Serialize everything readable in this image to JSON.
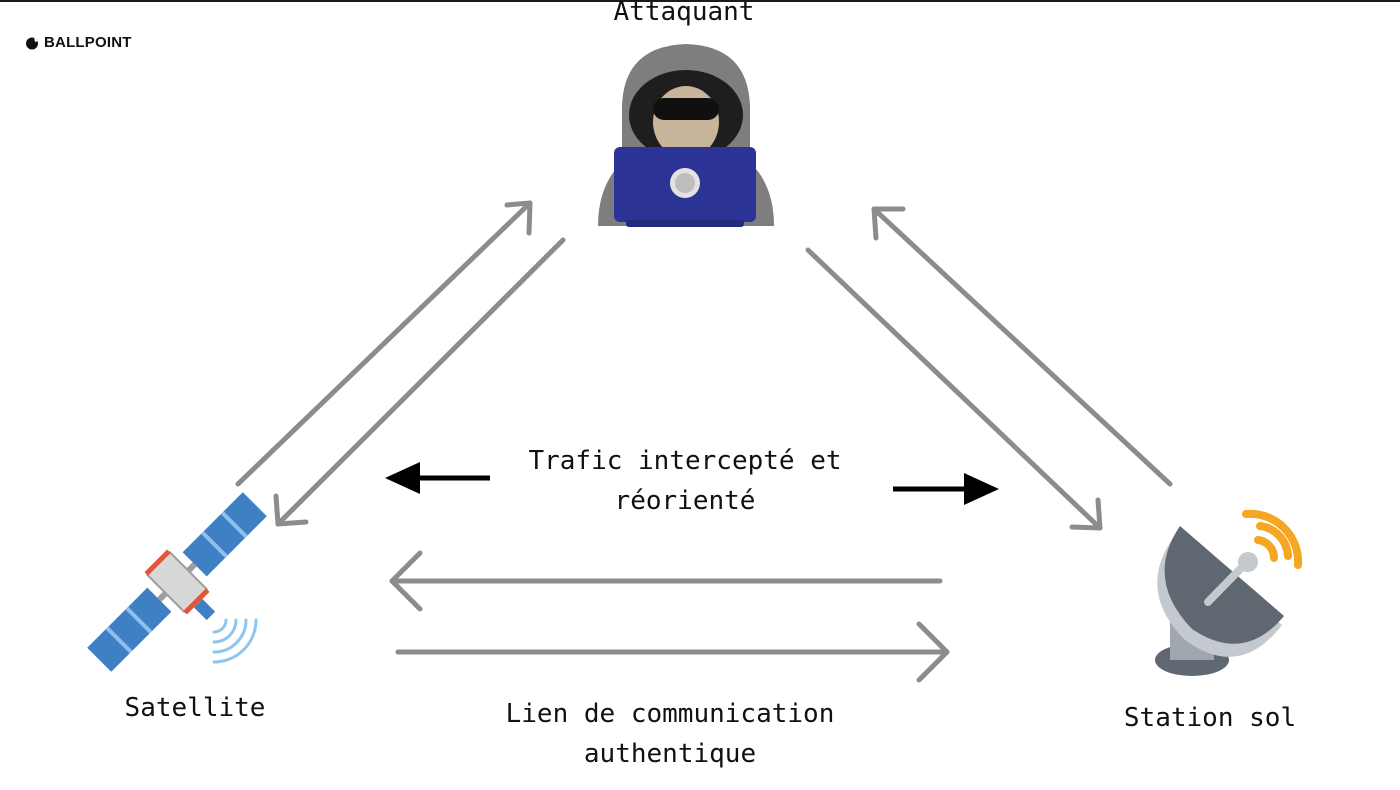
{
  "brand": {
    "name": "BALLPOINT"
  },
  "nodes": {
    "attacker": {
      "label": "Attaquant",
      "icon": "hacker-laptop-icon"
    },
    "satellite": {
      "label": "Satellite",
      "icon": "satellite-icon"
    },
    "station": {
      "label": "Station sol",
      "icon": "satellite-dish-icon"
    }
  },
  "annotations": {
    "intercepted": {
      "line1": "Trafic intercepté et",
      "line2": "réorienté"
    },
    "authentic_link": {
      "line1": "Lien de communication",
      "line2": "authentique"
    }
  },
  "colors": {
    "arrow_gray": "#8c8c8c",
    "arrow_black": "#000000",
    "laptop_blue": "#2b3394",
    "hood_gray": "#7e7e7e",
    "dish_gray": "#5f6770",
    "signal_orange": "#f5a623",
    "panel_blue": "#3f7fc4"
  }
}
